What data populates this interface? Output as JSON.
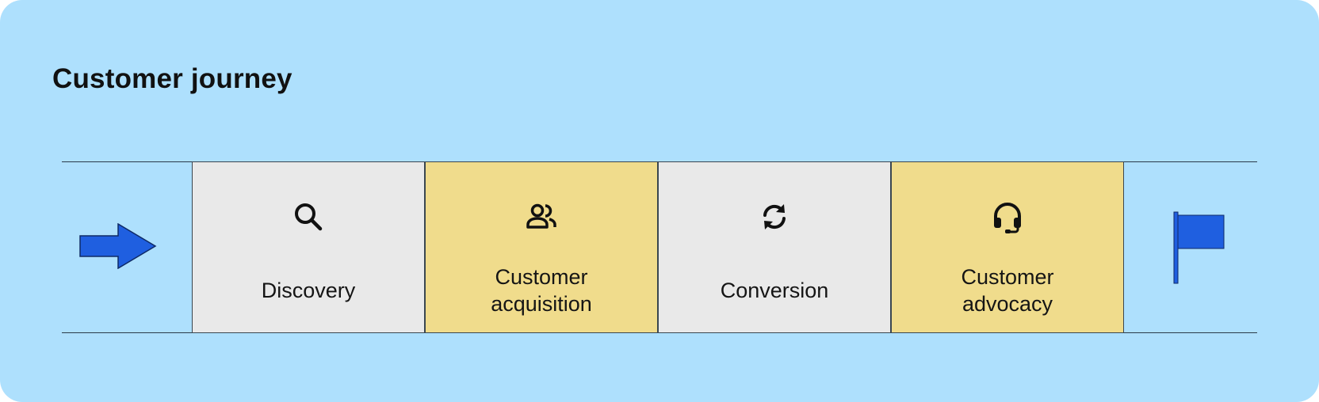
{
  "diagram": {
    "title": "Customer journey",
    "start_icon": "arrow-right-icon",
    "end_icon": "flag-icon",
    "colors": {
      "background": "#aee0fd",
      "stage_gray": "#e9e9e9",
      "stage_yellow": "#f0dc8c",
      "marker_blue": "#1f5fe0",
      "line": "#2a3a48"
    },
    "stages": [
      {
        "label": "Discovery",
        "icon": "search-icon",
        "fill": "gray"
      },
      {
        "label": "Customer\nacquisition",
        "icon": "users-icon",
        "fill": "yellow"
      },
      {
        "label": "Conversion",
        "icon": "refresh-icon",
        "fill": "gray"
      },
      {
        "label": "Customer\nadvocacy",
        "icon": "headset-icon",
        "fill": "yellow"
      }
    ]
  }
}
